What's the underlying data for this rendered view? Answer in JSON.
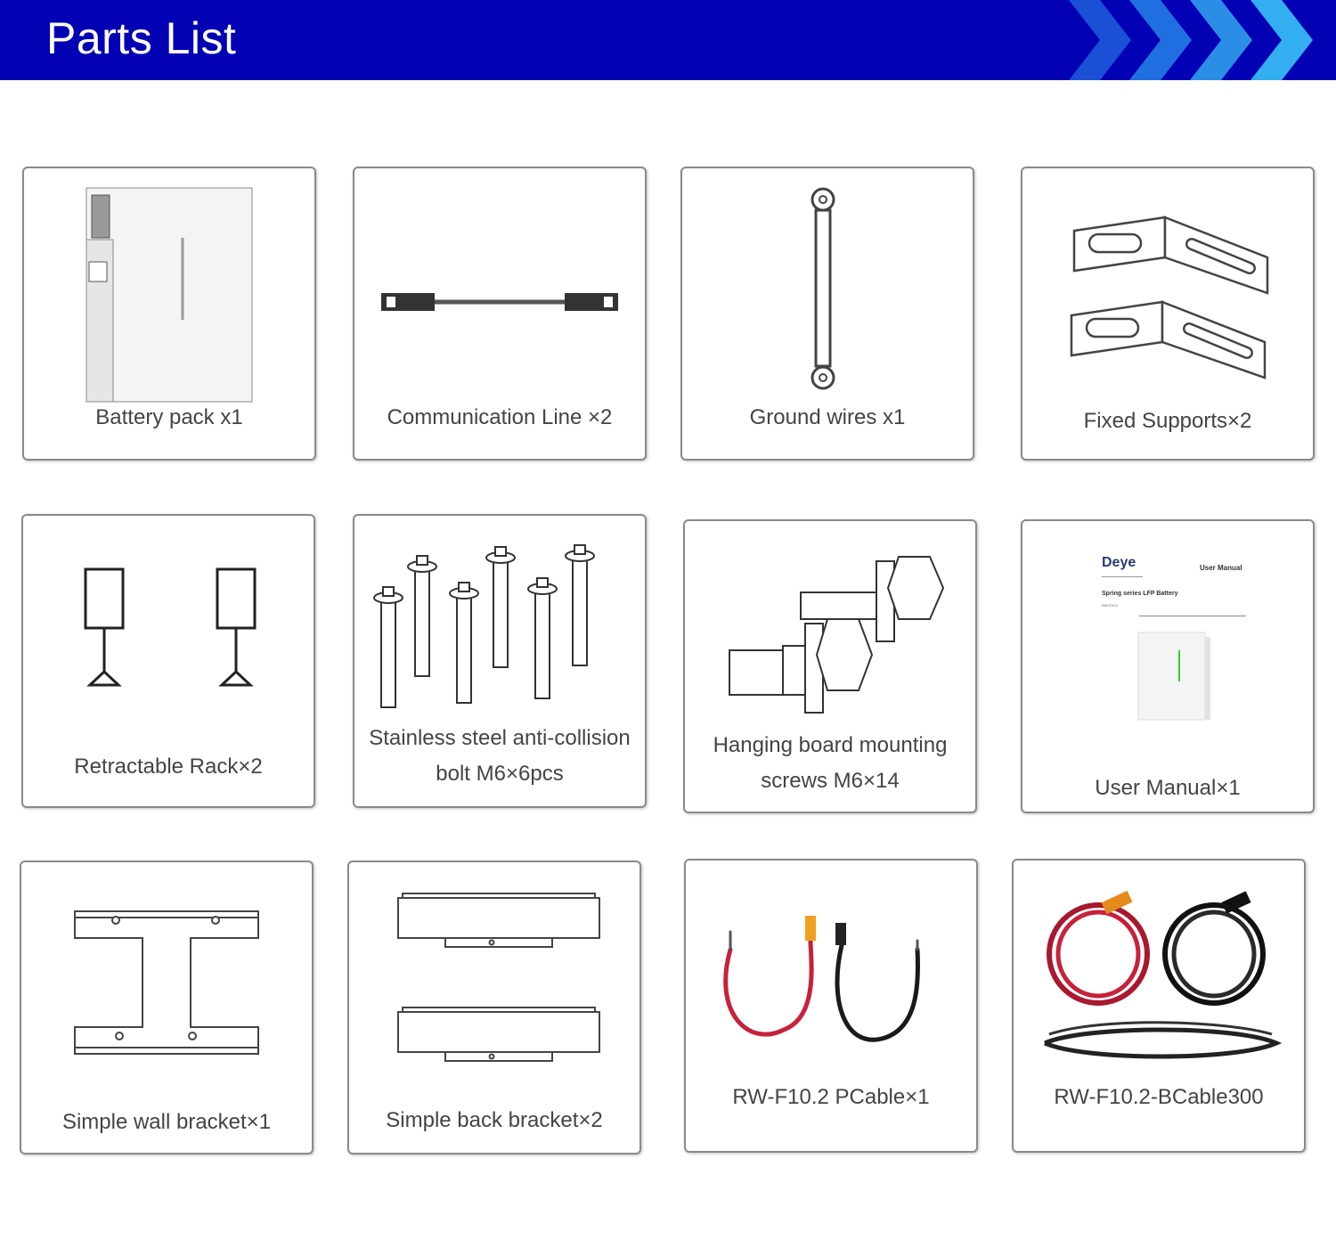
{
  "header": {
    "title": "Parts List",
    "colors": {
      "background": "#0202b4",
      "chevrons": [
        "#1a4fd6",
        "#1f6fe0",
        "#2a8ee6",
        "#33aef0"
      ]
    }
  },
  "parts": [
    {
      "label": "Battery pack x1",
      "icon": "battery-pack"
    },
    {
      "label": "Communication Line ×2",
      "icon": "communication-cable"
    },
    {
      "label": "Ground wires x1",
      "icon": "ground-wire"
    },
    {
      "label": "Fixed Supports×2",
      "icon": "fixed-support"
    },
    {
      "label": "Retractable Rack×2",
      "icon": "retractable-rack"
    },
    {
      "label_line1": "Stainless steel anti-collision",
      "label_line2": "bolt M6×6pcs",
      "icon": "bolts"
    },
    {
      "label_line1": "Hanging board mounting",
      "label_line2": "screws M6×14",
      "icon": "screws"
    },
    {
      "label": "User Manual×1",
      "icon": "user-manual",
      "manual": {
        "brand": "Deye",
        "title": "User Manual",
        "subtitle": "Spring series LFP Battery",
        "model": "RW-F10.2"
      }
    },
    {
      "label": "Simple wall bracket×1",
      "icon": "wall-bracket"
    },
    {
      "label": "Simple back bracket×2",
      "icon": "back-bracket"
    },
    {
      "label": "RW-F10.2 PCable×1",
      "icon": "power-cables"
    },
    {
      "label": "RW-F10.2-BCable300",
      "icon": "battery-cables"
    }
  ]
}
